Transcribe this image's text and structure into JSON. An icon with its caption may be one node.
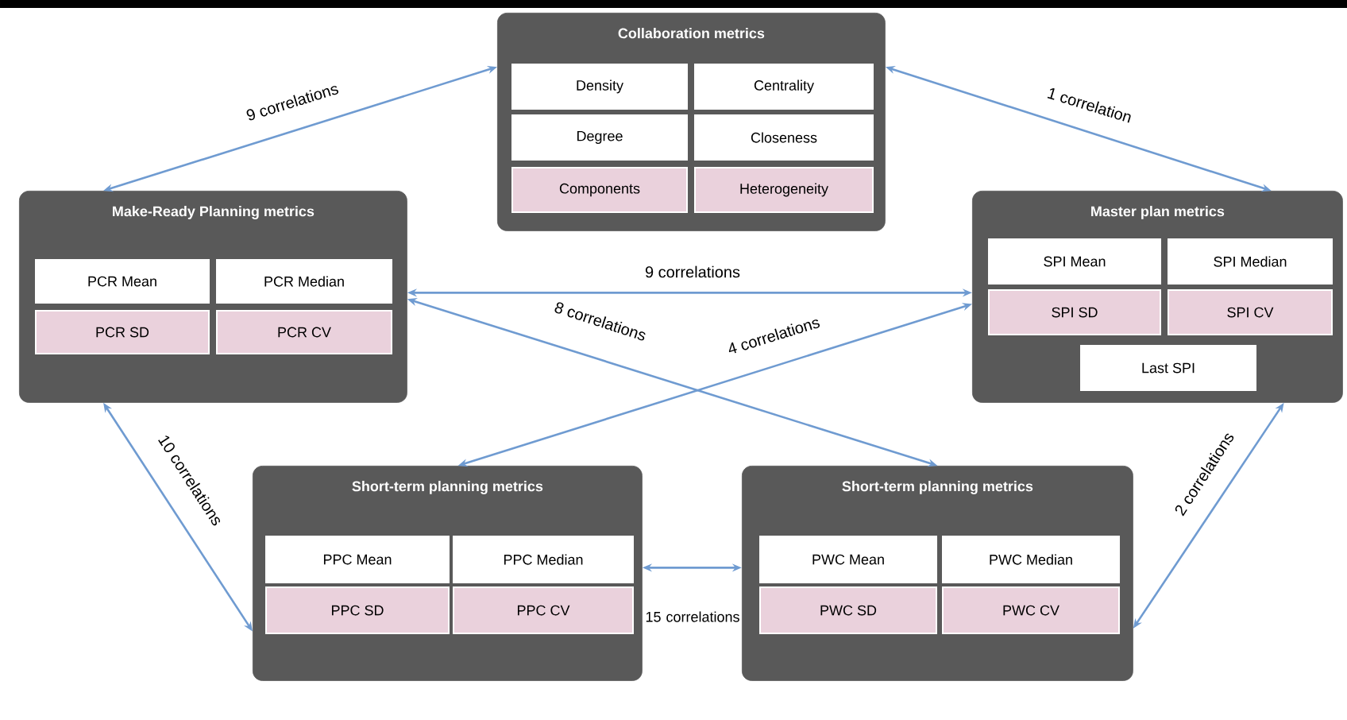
{
  "diagram": {
    "nodes": [
      {
        "text": [
          "Collaboration metrics"
        ]
      },
      {
        "text": [
          "Density"
        ],
        "in": 0
      },
      {
        "text": [
          "Centrality"
        ],
        "in": 0
      },
      {
        "text": [
          "Degree"
        ],
        "in": 0
      },
      {
        "text": [
          "Closeness"
        ],
        "in": 0
      },
      {
        "text": [
          "Components"
        ],
        "in": 0
      },
      {
        "text": [
          "Heterogeneity"
        ],
        "in": 0
      },
      {
        "text": [
          "Make-Ready Planning metrics"
        ]
      },
      {
        "text": [
          "PCR Mean"
        ],
        "in": 7
      },
      {
        "text": [
          "PCR Median"
        ],
        "in": 7
      },
      {
        "text": [
          "PCR SD"
        ],
        "in": 7
      },
      {
        "text": [
          "PCR CV"
        ],
        "in": 7
      },
      {
        "text": [
          "Master plan metrics"
        ]
      },
      {
        "text": [
          "SPI Mean"
        ],
        "in": 12
      },
      {
        "text": [
          "SPI Median"
        ],
        "in": 12
      },
      {
        "text": [
          "SPI SD"
        ],
        "in": 12
      },
      {
        "text": [
          "SPI CV"
        ],
        "in": 12
      },
      {
        "text": [
          "Last SPI"
        ],
        "in": 12
      },
      {
        "text": [
          "Short-term planning metrics"
        ]
      },
      {
        "text": [
          "PPC Mean"
        ],
        "in": 18
      },
      {
        "text": [
          "PPC Median"
        ],
        "in": 18
      },
      {
        "text": [
          "PPC SD"
        ],
        "in": 18
      },
      {
        "text": [
          "PPC CV"
        ],
        "in": 18
      },
      {
        "text": [
          "Short-term planning metrics"
        ]
      },
      {
        "text": [
          "PWC Mean"
        ],
        "in": 23
      },
      {
        "text": [
          "PWC Median"
        ],
        "in": 23
      },
      {
        "text": [
          "PWC SD"
        ],
        "in": 23
      },
      {
        "text": [
          "PWC CV"
        ],
        "in": 23
      }
    ],
    "edges": [
      {
        "from": 0,
        "to": 7,
        "arrow": "both",
        "label": "9 correlations"
      },
      {
        "from": 0,
        "to": 12,
        "arrow": "both",
        "label": "1 correlation"
      },
      {
        "from": 7,
        "to": 12,
        "arrow": "both",
        "label": "9 correlations"
      },
      {
        "from": 7,
        "to": 23,
        "arrow": "both",
        "label": "8 correlations"
      },
      {
        "from": 12,
        "to": 18,
        "arrow": "both",
        "label": "4 correlations"
      },
      {
        "from": 7,
        "to": 18,
        "arrow": "both",
        "label": "10 correlations"
      },
      {
        "from": 12,
        "to": 23,
        "arrow": "both",
        "label": "2 correlations"
      },
      {
        "from": 18,
        "to": 23,
        "arrow": "both",
        "label": "15 correlations"
      }
    ]
  }
}
